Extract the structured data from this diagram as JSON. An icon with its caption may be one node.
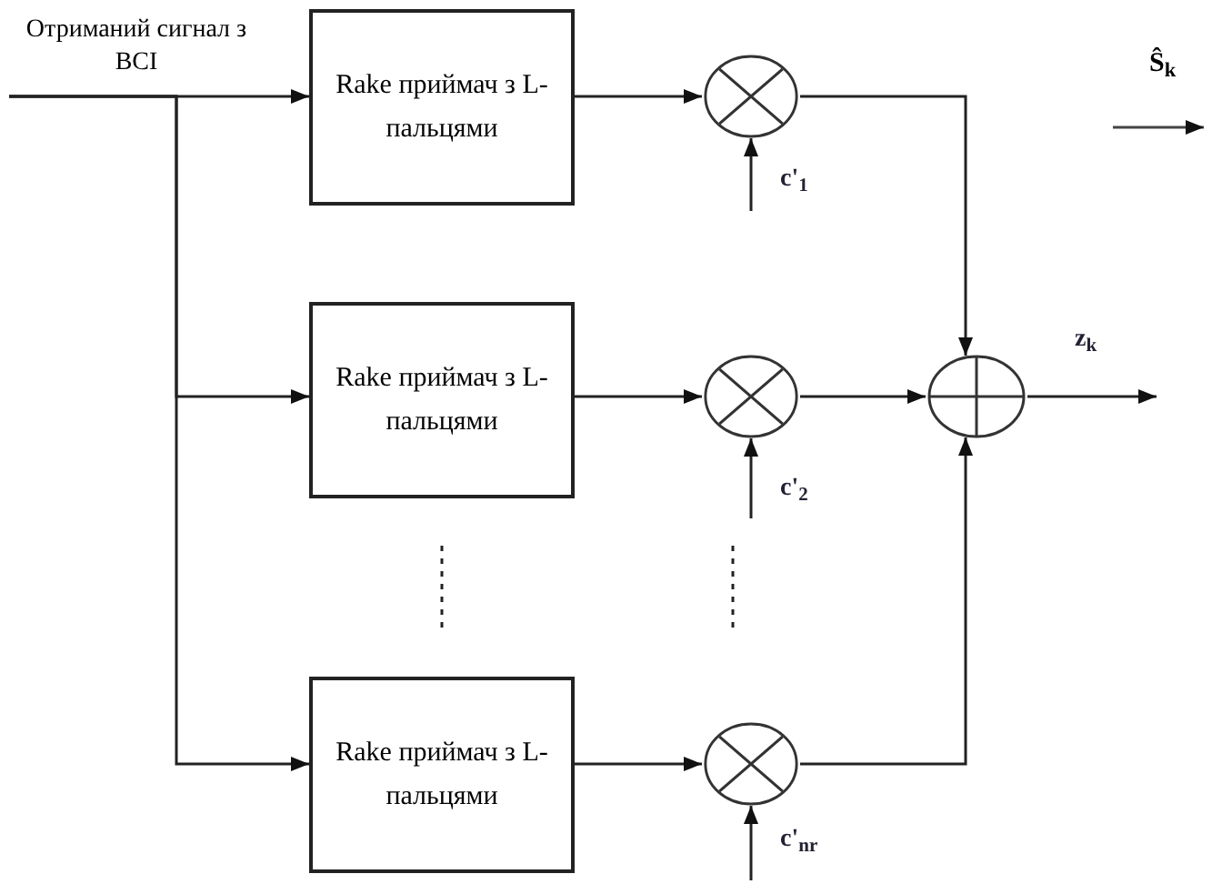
{
  "diagram": {
    "nodes": [
      {
        "text": [
          "Отриманий сигнал з ВСІ"
        ]
      },
      {
        "text": [
          "Rake приймач з L-пальцями"
        ]
      },
      {
        "text": [
          "Rake приймач з L-пальцями"
        ]
      },
      {
        "text": [
          "Rake приймач з L-пальцями"
        ]
      },
      {
        "text": [],
        "shape": "circle"
      },
      {
        "text": [],
        "shape": "circle"
      },
      {
        "text": [],
        "shape": "circle"
      },
      {
        "text": [],
        "shape": "circle"
      }
    ],
    "edges": [
      {
        "from": 0,
        "to": 1,
        "arrow": "to"
      },
      {
        "from": 0,
        "to": 2,
        "arrow": "to"
      },
      {
        "from": 0,
        "to": 3,
        "arrow": "to"
      },
      {
        "from": 1,
        "to": 4,
        "arrow": "to"
      },
      {
        "from": 2,
        "to": 5,
        "arrow": "to"
      },
      {
        "from": 3,
        "to": 6,
        "arrow": "to"
      },
      {
        "from": 4,
        "to": 7,
        "arrow": "to"
      },
      {
        "from": 5,
        "to": 7,
        "arrow": "to"
      },
      {
        "from": 6,
        "to": 7,
        "arrow": "to"
      },
      {
        "from": null,
        "to": 4,
        "arrow": "to",
        "label": "c'$_{1}$"
      },
      {
        "from": null,
        "to": 5,
        "arrow": "to",
        "label": "c'$_{2}$"
      },
      {
        "from": null,
        "to": 6,
        "arrow": "to",
        "label": "c'$_{nr}$"
      },
      {
        "from": 7,
        "to": null,
        "arrow": "to",
        "label": "z$_{k}$"
      }
    ],
    "labels": [
      "Ŝ$_{k}$"
    ]
  }
}
